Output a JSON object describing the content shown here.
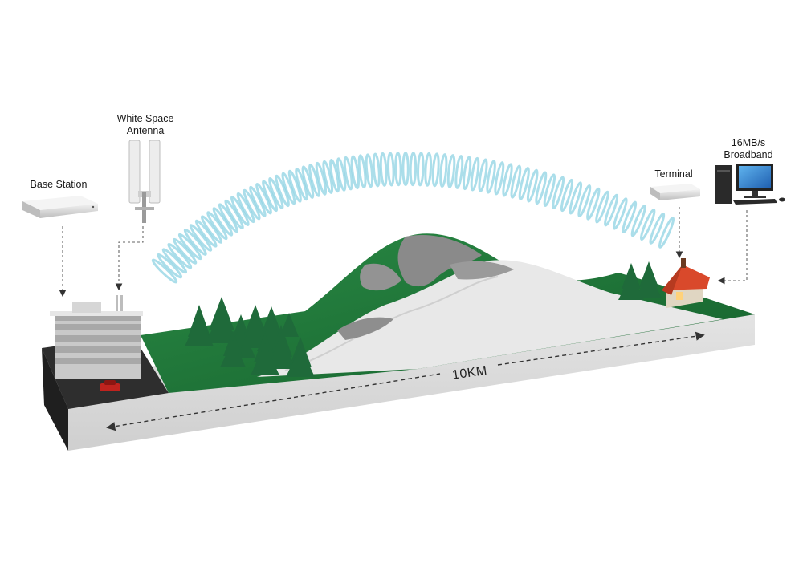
{
  "labels": {
    "base_station": "Base Station",
    "antenna_line1": "White Space",
    "antenna_line2": "Antenna",
    "terminal": "Terminal",
    "broadband_line1": "16MB/s",
    "broadband_line2": "Broadband"
  },
  "distance": "10KM",
  "colors": {
    "grass": "#1f7a3a",
    "rock": "#8a8a8a",
    "slab_front": "#d9d9d9",
    "signal": "#8fd3e3",
    "roof": "#d9492b"
  },
  "icons": [
    "building-icon",
    "tree-icon",
    "house-icon",
    "computer-icon",
    "router-icon",
    "antenna-icon",
    "car-icon"
  ]
}
